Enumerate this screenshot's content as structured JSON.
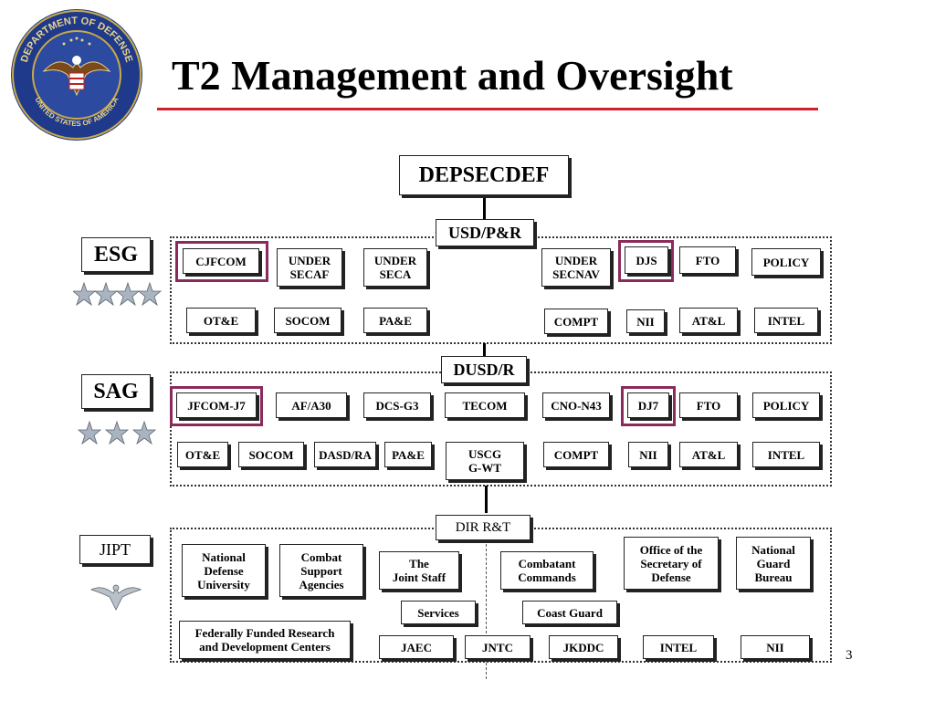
{
  "slide": {
    "title": "T2 Management and Oversight",
    "page_number": "3",
    "accent_color": "#d0202a",
    "highlight_color": "#8b2a5c"
  },
  "seal": {
    "icon": "dod-seal-icon",
    "text_top": "DEPARTMENT OF DEFENSE",
    "text_bottom": "UNITED STATES OF AMERICA"
  },
  "tiers": {
    "esg": {
      "label": "ESG",
      "rank_icon": "four-star-insignia-icon"
    },
    "sag": {
      "label": "SAG",
      "rank_icon": "three-star-insignia-icon"
    },
    "jipt": {
      "label": "JIPT",
      "rank_icon": "eagle-insignia-icon"
    }
  },
  "org": {
    "depsecdef": "DEPSECDEF",
    "usd_pr": "USD/P&R",
    "dusd_r": "DUSD/R",
    "dir_rt": "DIR R&T"
  },
  "esg_boxes": [
    "CJFCOM",
    "UNDER\nSECAF",
    "UNDER\nSECA",
    "UNDER\nSECNAV",
    "DJS",
    "FTO",
    "POLICY",
    "OT&E",
    "SOCOM",
    "PA&E",
    "COMPT",
    "NII",
    "AT&L",
    "INTEL"
  ],
  "sag_boxes": [
    "JFCOM-J7",
    "AF/A30",
    "DCS-G3",
    "TECOM",
    "CNO-N43",
    "DJ7",
    "FTO",
    "POLICY",
    "OT&E",
    "SOCOM",
    "DASD/RA",
    "PA&E",
    "USCG\nG-WT",
    "COMPT",
    "NII",
    "AT&L",
    "INTEL"
  ],
  "jipt_boxes": [
    "National\nDefense\nUniversity",
    "Combat\nSupport\nAgencies",
    "The\nJoint Staff",
    "Combatant\nCommands",
    "Office of the\nSecretary of\nDefense",
    "National\nGuard\nBureau",
    "Services",
    "Coast Guard",
    "Federally Funded Research\nand Development Centers",
    "JAEC",
    "JNTC",
    "JKDDC",
    "INTEL",
    "NII"
  ]
}
